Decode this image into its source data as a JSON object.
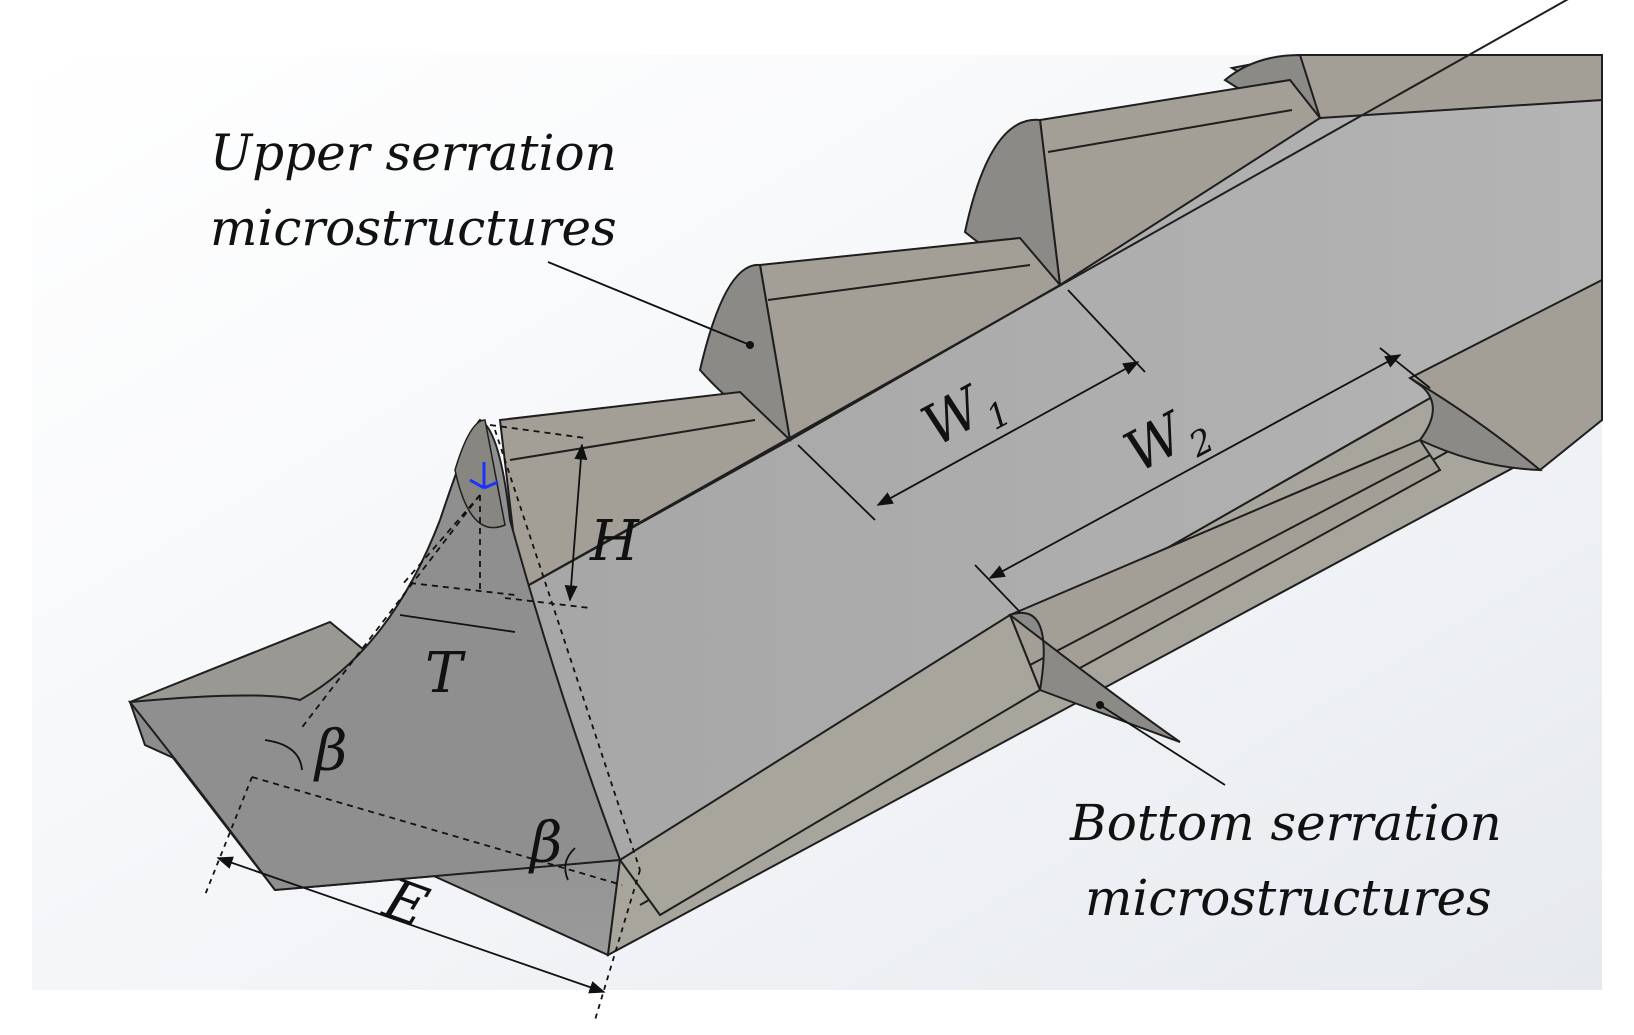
{
  "labels": {
    "upper_line1": "Upper serration",
    "upper_line2": "microstructures",
    "bottom_line1": "Bottom serration",
    "bottom_line2": "microstructures"
  },
  "dimensions": {
    "w1": "W",
    "w1_sub": "1",
    "w2": "W",
    "w2_sub": "2",
    "h": "H",
    "t": "T",
    "e": "E",
    "beta_left": "β",
    "beta_right": "β"
  },
  "colors": {
    "top_face": "#a3a3a3",
    "side_face": "#8e8e8e",
    "tooth_face": "#a39f96",
    "tooth_end": "#8c8a86",
    "edge": "#1e1e1e",
    "axis_marker": "#1a33ff"
  }
}
